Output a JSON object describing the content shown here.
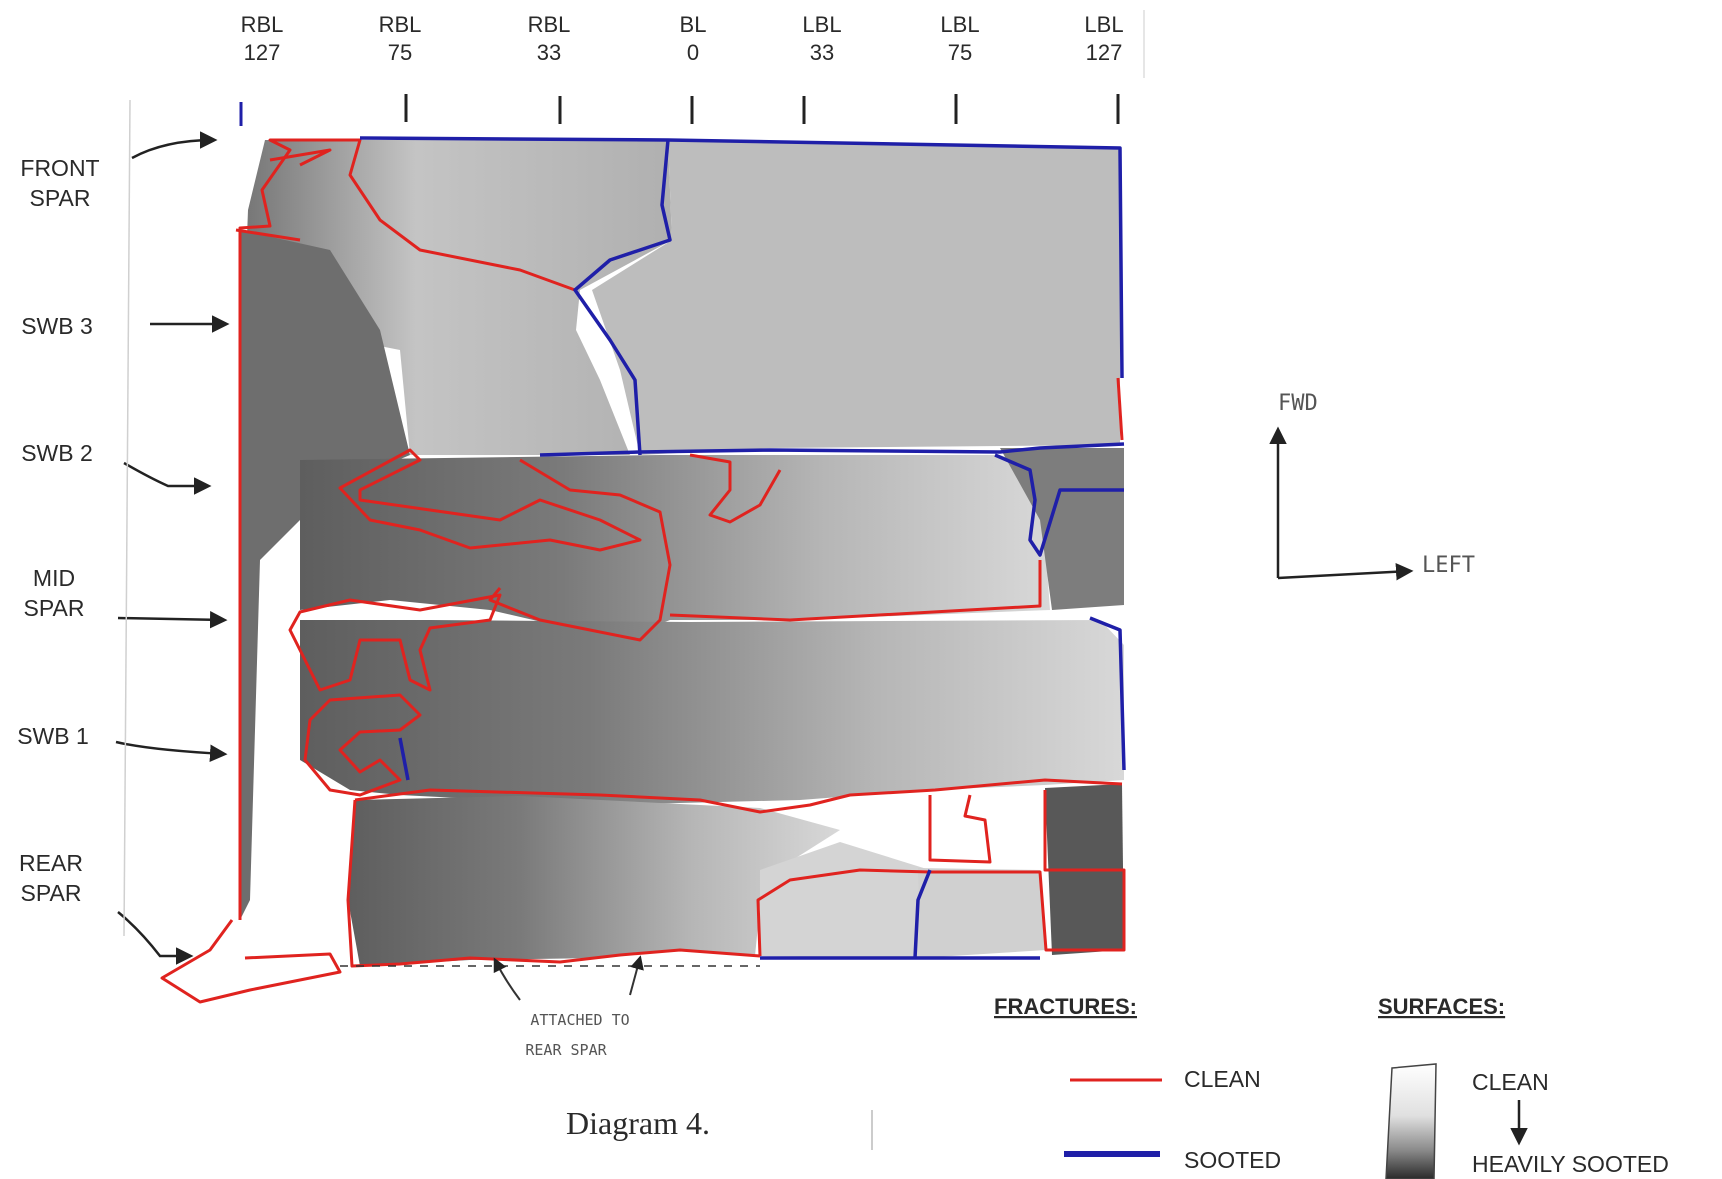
{
  "stations": [
    {
      "line1": "RBL",
      "line2": "127"
    },
    {
      "line1": "RBL",
      "line2": "75"
    },
    {
      "line1": "RBL",
      "line2": "33"
    },
    {
      "line1": "BL",
      "line2": "0"
    },
    {
      "line1": "LBL",
      "line2": "33"
    },
    {
      "line1": "LBL",
      "line2": "75"
    },
    {
      "line1": "LBL",
      "line2": "127"
    }
  ],
  "rows": [
    {
      "line1": "FRONT",
      "line2": "SPAR"
    },
    {
      "line1": "SWB 3",
      "line2": ""
    },
    {
      "line1": "SWB 2",
      "line2": ""
    },
    {
      "line1": "MID",
      "line2": "SPAR"
    },
    {
      "line1": "SWB 1",
      "line2": ""
    },
    {
      "line1": "REAR",
      "line2": "SPAR"
    }
  ],
  "orientation": {
    "up": "FWD",
    "right": "LEFT"
  },
  "annotation": {
    "line1": "ATTACHED TO",
    "line2": "REAR SPAR"
  },
  "caption": "Diagram 4.",
  "legend": {
    "fractures_title": "FRACTURES:",
    "fractures": [
      {
        "label": "CLEAN",
        "color": "#e0231f"
      },
      {
        "label": "SOOTED",
        "color": "#1f1fa8"
      }
    ],
    "surfaces_title": "SURFACES:",
    "surfaces": {
      "top": "CLEAN",
      "bottom": "HEAVILY SOOTED"
    }
  },
  "colors": {
    "clean_fracture": "#e0231f",
    "sooted_fracture": "#1f1fa8",
    "ink": "#222222"
  }
}
